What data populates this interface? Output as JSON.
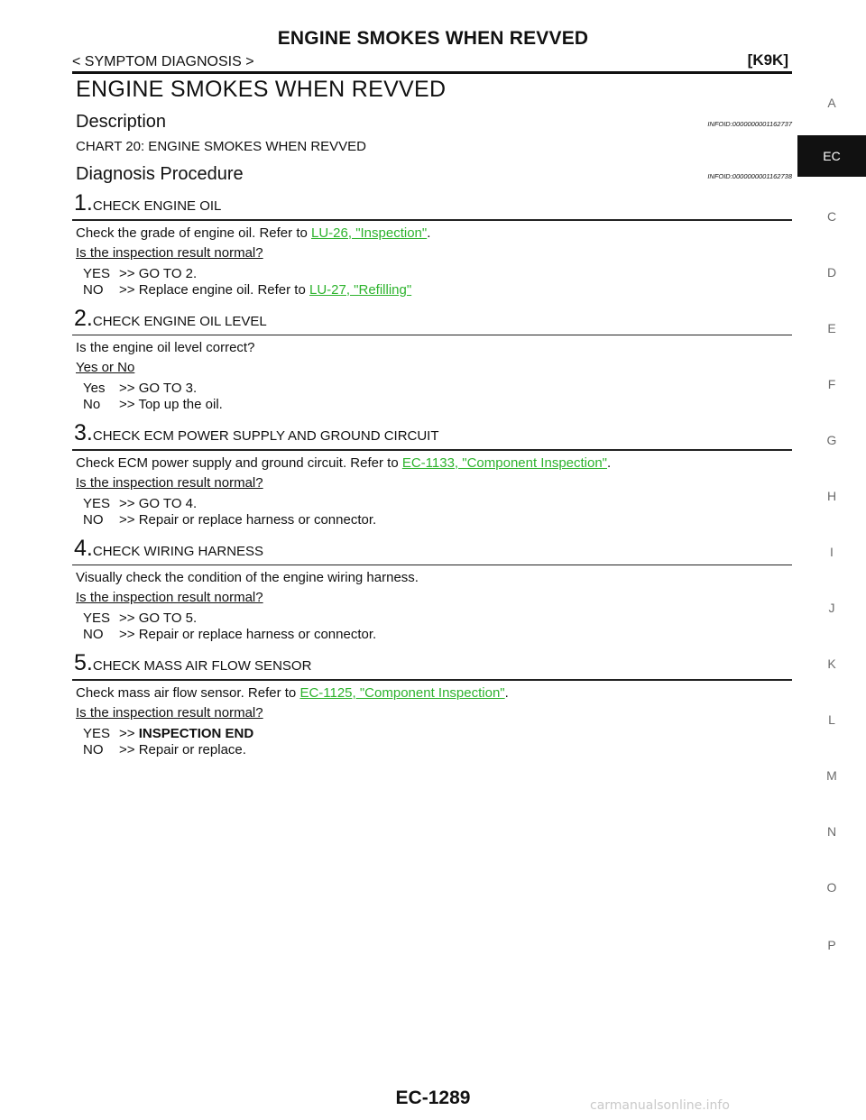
{
  "header": {
    "title": "ENGINE SMOKES WHEN REVVED",
    "breadcrumb": "< SYMPTOM DIAGNOSIS >",
    "model_code": "[K9K]"
  },
  "main_title": "ENGINE SMOKES WHEN REVVED",
  "description": {
    "heading": "Description",
    "infoid": "INFOID:0000000001162737",
    "text": "CHART 20: ENGINE SMOKES WHEN REVVED"
  },
  "diagnosis": {
    "heading": "Diagnosis Procedure",
    "infoid": "INFOID:0000000001162738"
  },
  "steps": [
    {
      "num": "1.",
      "title": "CHECK ENGINE OIL",
      "text_before": "Check the grade of engine oil. Refer to ",
      "link": "LU-26, \"Inspection\"",
      "text_after": ".",
      "question": "Is the inspection result normal?",
      "options": [
        {
          "key": "YES",
          "arrow": ">>",
          "text": "GO TO 2.",
          "link": ""
        },
        {
          "key": "NO",
          "arrow": ">>",
          "text": "Replace engine oil. Refer to ",
          "link": "LU-27, \"Refilling\""
        }
      ]
    },
    {
      "num": "2.",
      "title": "CHECK ENGINE OIL LEVEL",
      "text_before": "Is the engine oil level correct?",
      "link": "",
      "text_after": "",
      "question": "Yes or No",
      "options": [
        {
          "key": "Yes",
          "arrow": ">>",
          "text": "GO TO 3.",
          "link": ""
        },
        {
          "key": "No",
          "arrow": ">>",
          "text": "Top up the oil.",
          "link": ""
        }
      ]
    },
    {
      "num": "3.",
      "title": "CHECK ECM POWER SUPPLY AND GROUND CIRCUIT",
      "text_before": "Check ECM power supply and ground circuit. Refer to ",
      "link": "EC-1133, \"Component Inspection\"",
      "text_after": ".",
      "question": "Is the inspection result normal?",
      "options": [
        {
          "key": "YES",
          "arrow": ">>",
          "text": "GO TO 4.",
          "link": ""
        },
        {
          "key": "NO",
          "arrow": ">>",
          "text": "Repair or replace harness or connector.",
          "link": ""
        }
      ]
    },
    {
      "num": "4.",
      "title": "CHECK WIRING HARNESS",
      "text_before": "Visually check the condition of the engine wiring harness.",
      "link": "",
      "text_after": "",
      "question": "Is the inspection result normal?",
      "options": [
        {
          "key": "YES",
          "arrow": ">>",
          "text": "GO TO 5.",
          "link": ""
        },
        {
          "key": "NO",
          "arrow": ">>",
          "text": "Repair or replace harness or connector.",
          "link": ""
        }
      ]
    },
    {
      "num": "5.",
      "title": "CHECK MASS AIR FLOW SENSOR",
      "text_before": "Check mass air flow sensor. Refer to ",
      "link": "EC-1125, \"Component Inspection\"",
      "text_after": ".",
      "question": "Is the inspection result normal?",
      "options": [
        {
          "key": "YES",
          "arrow": ">>",
          "text": "INSPECTION END",
          "link": "",
          "bold": true
        },
        {
          "key": "NO",
          "arrow": ">>",
          "text": "Repair or replace.",
          "link": ""
        }
      ]
    }
  ],
  "sidebar": {
    "items": [
      "A",
      "EC",
      "C",
      "D",
      "E",
      "F",
      "G",
      "H",
      "I",
      "J",
      "K",
      "L",
      "M",
      "N",
      "O",
      "P"
    ],
    "active": "EC"
  },
  "footer": {
    "page_number": "EC-1289",
    "watermark": "carmanualsonline.info"
  },
  "colors": {
    "link": "#2db32d",
    "sidebar_active_bg": "#111111",
    "sidebar_text": "#6b6b6b"
  }
}
